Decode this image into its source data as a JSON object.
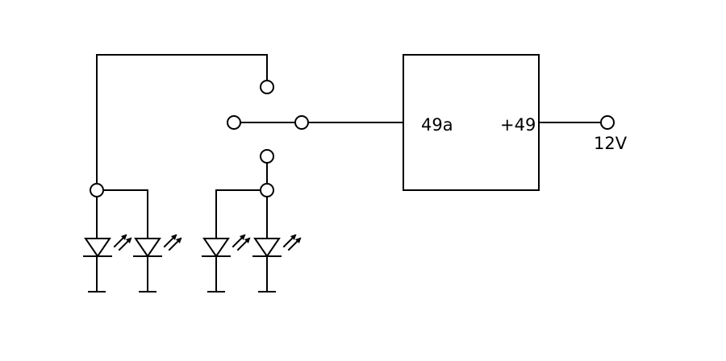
{
  "relay": {
    "input_label": "49a",
    "output_label": "+49"
  },
  "supply": {
    "voltage_label": "12V"
  }
}
